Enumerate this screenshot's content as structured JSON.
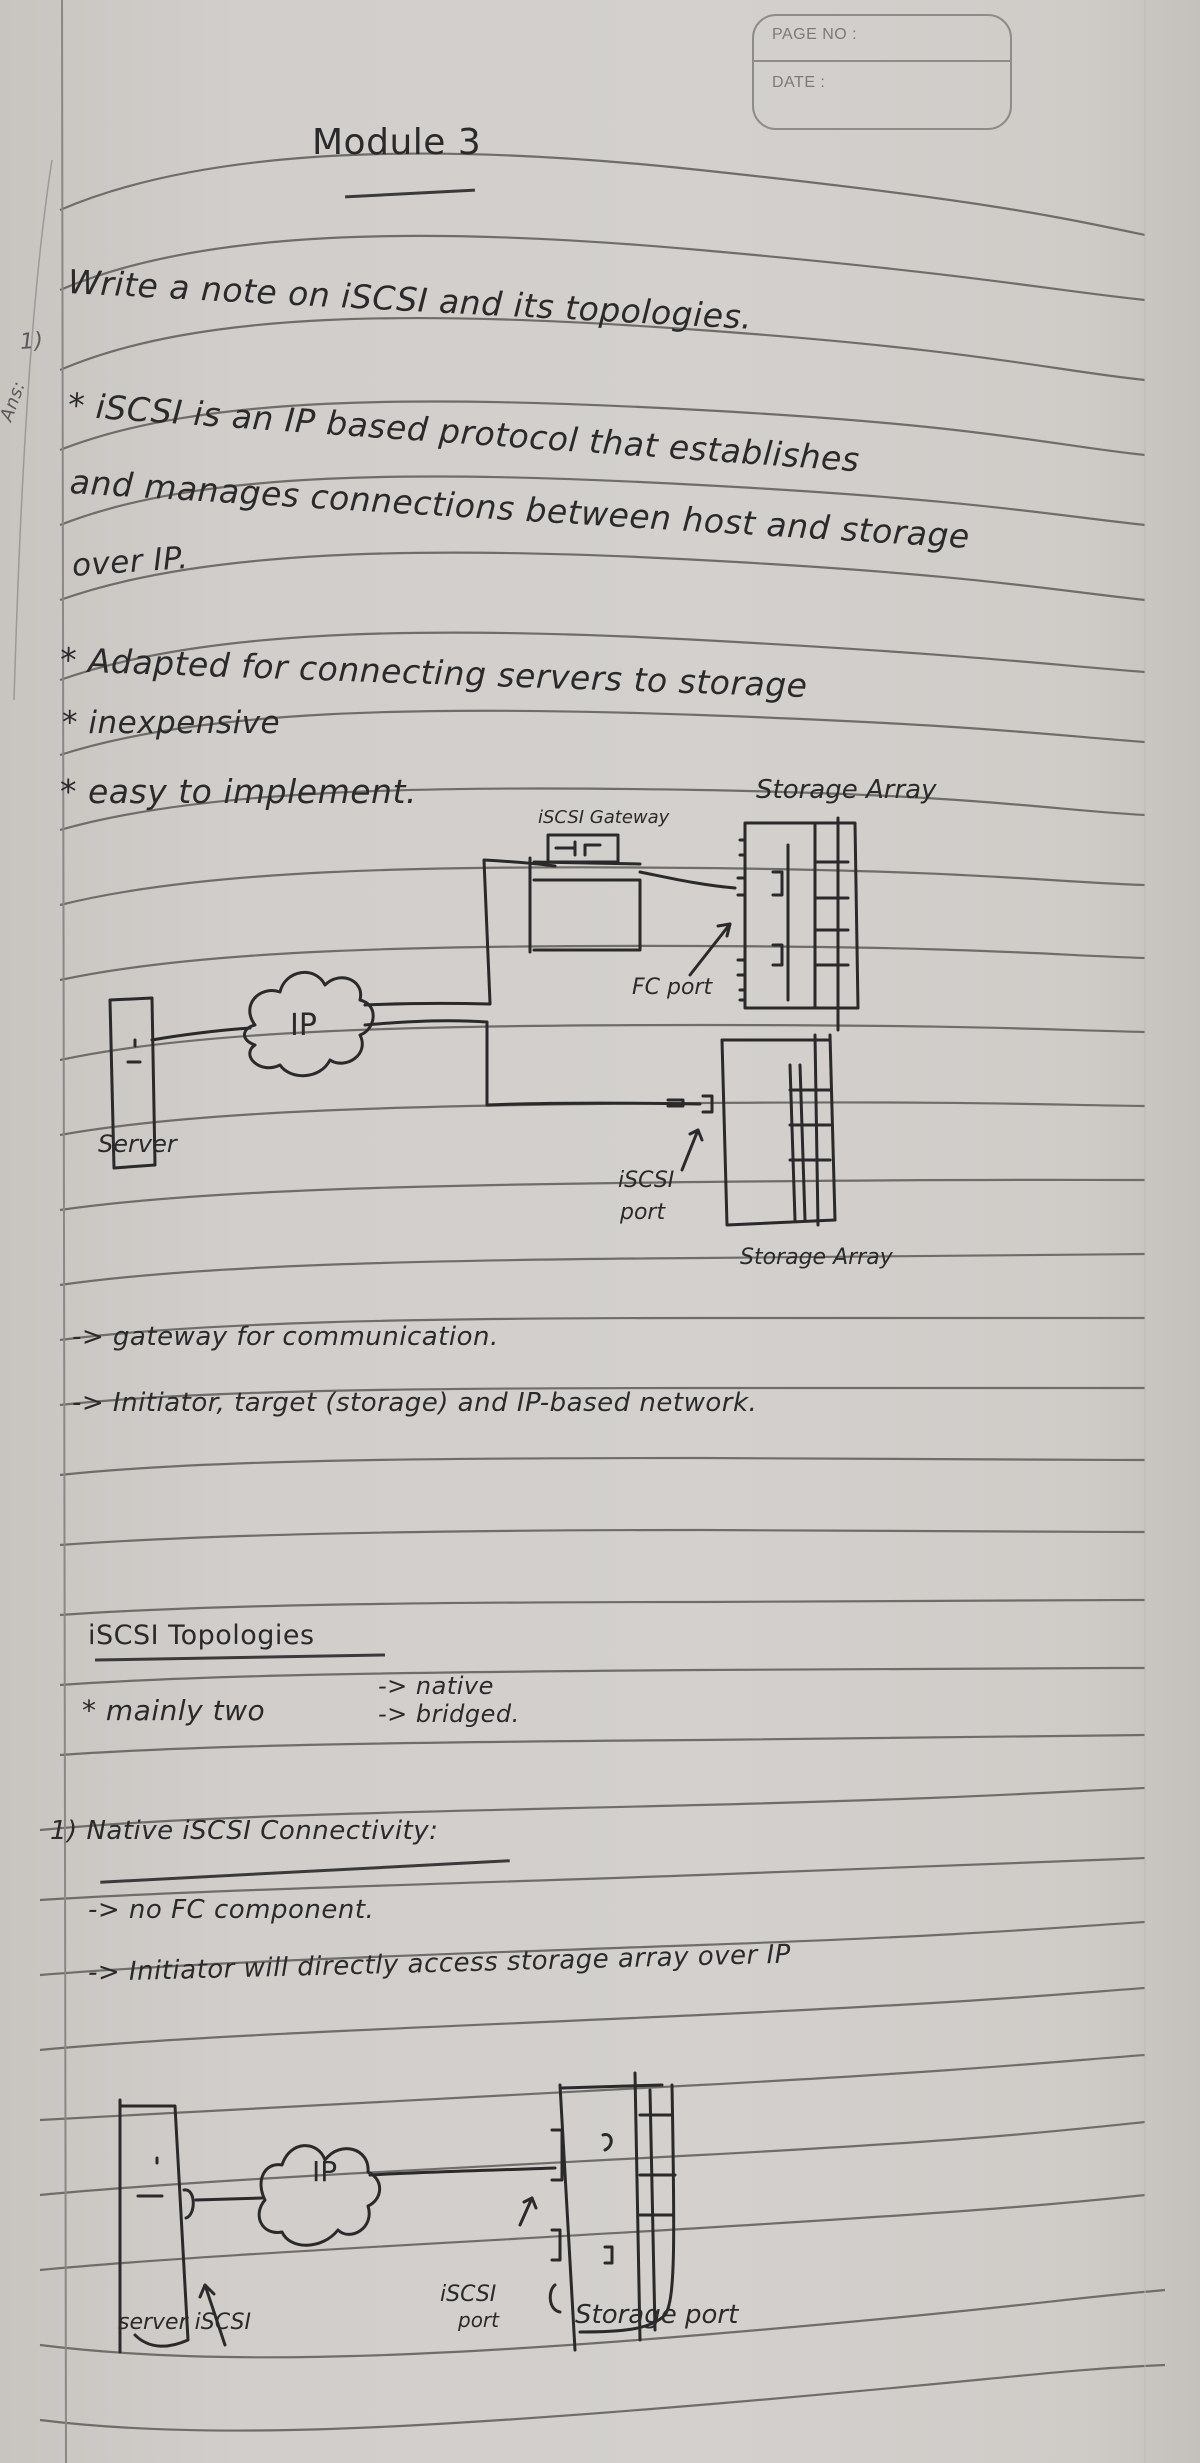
{
  "header": {
    "page_no_label": "PAGE NO :",
    "date_label": "DATE :"
  },
  "title": "Module 3",
  "question": {
    "number": "1)",
    "text": "Write a note on iSCSI and its topologies."
  },
  "answer_marker": "Ans:",
  "intro": {
    "lines": [
      "* iSCSI is an IP based protocol that establishes",
      "and manages connections between host and storage",
      "over IP."
    ]
  },
  "bullets": [
    "* Adapted for connecting servers to storage",
    "* inexpensive",
    "* easy to implement."
  ],
  "diagram1": {
    "labels": {
      "storage_array_top": "Storage Array",
      "iscsi_gateway": "iSCSI Gateway",
      "fc_port": "FC port",
      "ip_cloud": "IP",
      "server": "Server",
      "iscsi_port_line1": "iSCSI",
      "iscsi_port_line2": "port",
      "storage_array_bottom": "Storage Array"
    }
  },
  "notes_after_diagram": [
    "-> gateway for communication.",
    "-> Initiator, target (storage) and IP-based network."
  ],
  "topologies": {
    "heading": "iSCSI Topologies",
    "intro": "* mainly two",
    "types": [
      "-> native",
      "-> bridged."
    ]
  },
  "native": {
    "heading": "1) Native iSCSI Connectivity:",
    "points": [
      "-> no FC component.",
      "-> Initiator will directly access storage array over IP"
    ]
  },
  "diagram2": {
    "labels": {
      "ip_cloud": "IP",
      "iscsi_port_line1": "iSCSI",
      "iscsi_port_line2": "port",
      "server_iscsi": "server iSCSI",
      "storage_port": "Storage port"
    }
  },
  "colors": {
    "paper": "#d1cecb",
    "ruling": "#6a6865",
    "ink": "#2a2a2c",
    "header_print": "#8e8b88"
  }
}
